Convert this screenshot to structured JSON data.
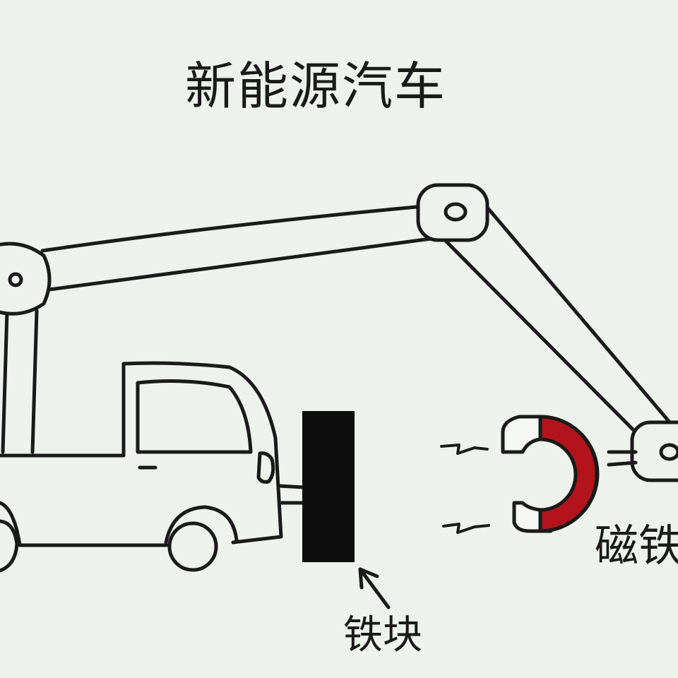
{
  "title": "新能源汽车",
  "labels": {
    "iron_block": "铁块",
    "magnet": "磁铁"
  },
  "colors": {
    "background": "#edf2ed",
    "ink": "#1a1a1a",
    "magnet_red": "#b3141c"
  }
}
